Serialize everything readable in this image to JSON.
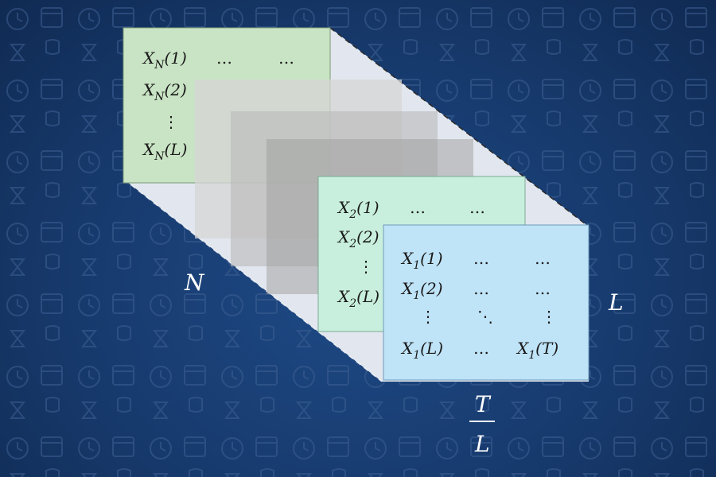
{
  "colors": {
    "background": "#173a6d",
    "frame_back": "#c9e4c4",
    "frame_mid": "#c8efdd",
    "frame_front": "#bfe3f7",
    "prism": "#e2e7ef",
    "text_dark": "#1a1a1a",
    "text_light": "#ffffff"
  },
  "frames": {
    "back": {
      "row1": [
        "X_N(1)",
        "…",
        "…"
      ],
      "row2": [
        "X_N(2)"
      ],
      "row3": [
        "⋮"
      ],
      "row4": [
        "X_N(L)"
      ]
    },
    "middle": {
      "row1": [
        "X_2(1)",
        "…",
        "…"
      ],
      "row2": [
        "X_2(2)"
      ],
      "row3": [
        "⋮"
      ],
      "row4": [
        "X_2(L)"
      ]
    },
    "front": {
      "row1": [
        "X_1(1)",
        "…",
        "…"
      ],
      "row2": [
        "X_1(2)",
        "…",
        "…"
      ],
      "row3": [
        "⋮",
        "⋱",
        "⋮"
      ],
      "row4": [
        "X_1(L)",
        "…",
        "X_1(T)"
      ]
    }
  },
  "dimension_labels": {
    "depth": "N",
    "height": "L",
    "width_numerator": "T",
    "width_denominator": "L"
  }
}
